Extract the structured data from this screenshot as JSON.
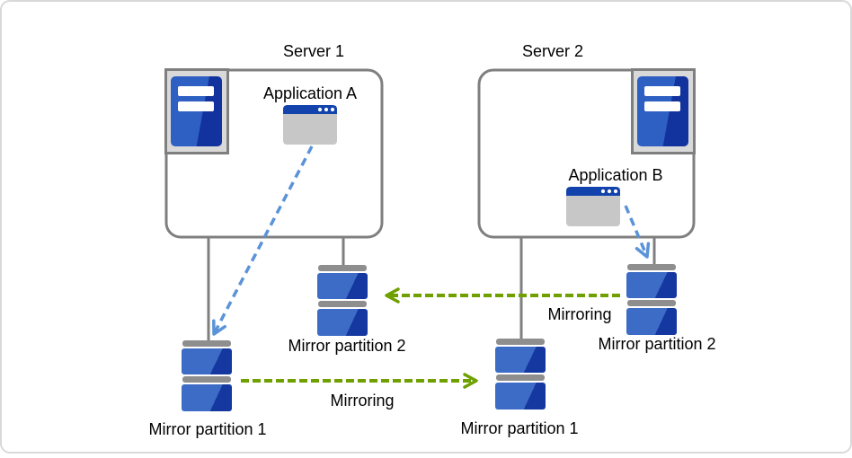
{
  "frame": {
    "background": "#FFFFFF",
    "border_color": "#D9D9D9"
  },
  "server1": {
    "label": "Server 1",
    "application": {
      "label": "Application A"
    },
    "partition1": {
      "label": "Mirror partition 1"
    },
    "partition2": {
      "label": "Mirror partition 2"
    }
  },
  "server2": {
    "label": "Server 2",
    "application": {
      "label": "Application B"
    },
    "partition1": {
      "label": "Mirror partition 1"
    },
    "partition2": {
      "label": "Mirror partition 2"
    }
  },
  "arrows": {
    "mirroring_top": {
      "label": "Mirroring",
      "direction": "right-to-left",
      "style": "dashed",
      "color": "#6FA000"
    },
    "mirroring_bottom": {
      "label": "Mirroring",
      "direction": "left-to-right",
      "style": "dashed",
      "color": "#6FA000"
    },
    "app_a_to_partition1": {
      "style": "dashed",
      "color": "#5B93D8"
    },
    "app_b_to_partition2": {
      "style": "dashed",
      "color": "#5B93D8"
    }
  },
  "icons": {
    "server_tower": "server-tower-icon",
    "application_window": "application-window-icon",
    "disk_partition": "disk-partition-icon"
  },
  "colors": {
    "box_border": "#7F7F7F",
    "connector_line": "#7F7F7F",
    "icon_frame_fill": "#D9D9D9",
    "tower_blue_light": "#2E5FC2",
    "tower_blue_dark": "#12339E",
    "partition_blue_light": "#3D6CC6",
    "partition_blue_dark": "#1537A0",
    "partition_cap_gray": "#8E8E8E",
    "window_titlebar_blue": "#1243AC",
    "window_body_gray": "#C7C7C7",
    "arrow_blue": "#5B93D8",
    "arrow_green": "#6FA000",
    "text": "#000000"
  }
}
